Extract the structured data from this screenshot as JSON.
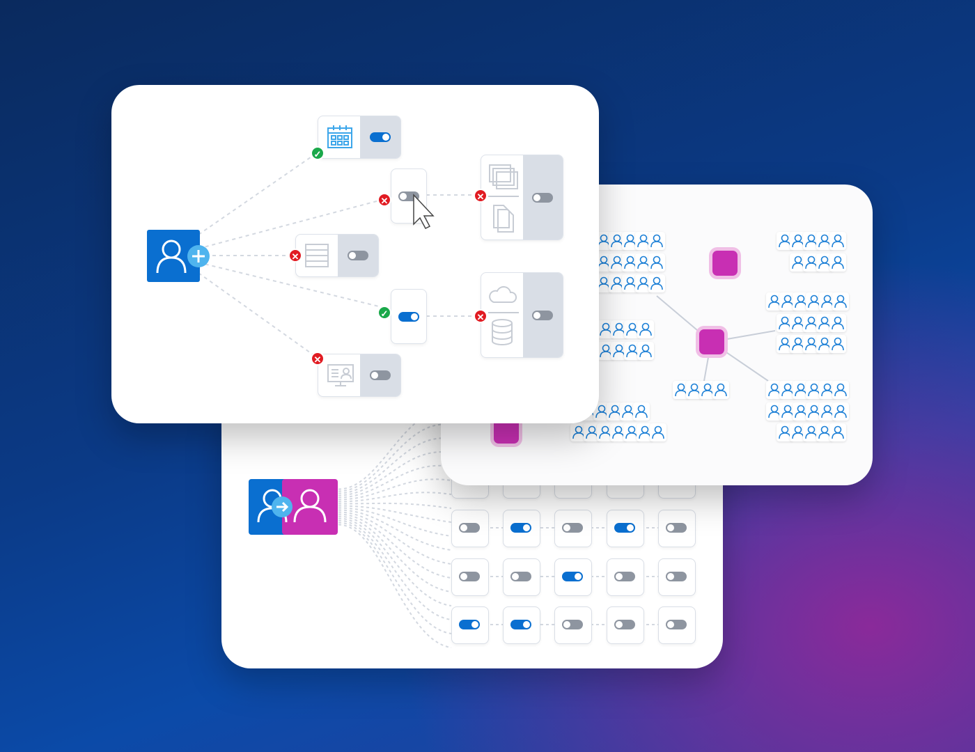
{
  "colors": {
    "primary_blue": "#0a6fd0",
    "magenta": "#c82fb3",
    "ok_green": "#1aa84a",
    "error_red": "#e11b22",
    "toggle_off": "#8e95a0"
  },
  "front_panel": {
    "source_icon": "user-add-icon",
    "nodes": [
      {
        "icon": "calendar-icon",
        "status": "ok",
        "toggle": "on"
      },
      {
        "icon": "none",
        "status": "error",
        "toggle": "off"
      },
      {
        "icon": "server-rack-icon",
        "status": "error",
        "toggle": "off"
      },
      {
        "icon": "none",
        "status": "ok",
        "toggle": "on"
      },
      {
        "icon": "monitor-user-icon",
        "status": "error",
        "toggle": "off"
      },
      {
        "icon": "files-icon",
        "status": "error",
        "toggle": "off"
      },
      {
        "icon": "cloud-database-icon",
        "status": "error",
        "toggle": "off"
      }
    ]
  },
  "back_panel": {
    "source_icon": "user-transfer-icon",
    "toggle_grid": [
      [
        "off",
        "on",
        "off",
        "on",
        "off"
      ],
      [
        "off",
        "off",
        "on",
        "off",
        "off"
      ],
      [
        "on",
        "on",
        "off",
        "off",
        "off"
      ]
    ]
  },
  "mid_panel": {
    "hub_icon": "user-hub-icon"
  }
}
